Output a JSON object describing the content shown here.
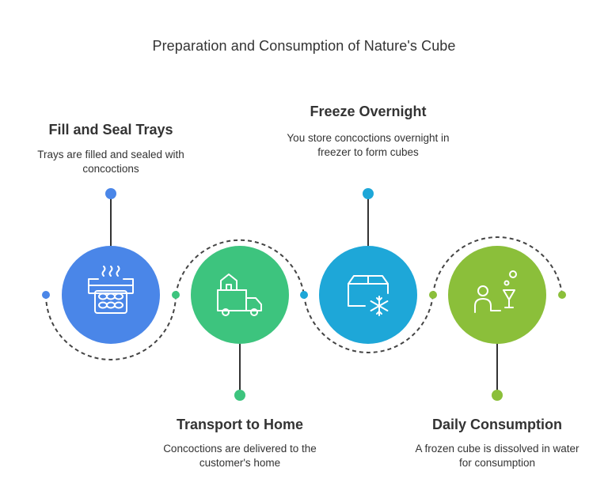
{
  "title": "Preparation and Consumption of Nature's Cube",
  "steps": [
    {
      "title": "Fill and Seal Trays",
      "description": "Trays are filled and sealed with concoctions",
      "icon": "tray-steam-icon",
      "color": "#4A86E8"
    },
    {
      "title": "Transport to Home",
      "description": "Concoctions are delivered to the customer's home",
      "icon": "delivery-truck-icon",
      "color": "#3DC47E"
    },
    {
      "title": "Freeze Overnight",
      "description": "You store concoctions overnight in freezer to form cubes",
      "icon": "box-snowflake-icon",
      "color": "#1EA7D8"
    },
    {
      "title": "Daily Consumption",
      "description": "A frozen cube is dissolved in water for consumption",
      "icon": "person-drink-icon",
      "color": "#8BBF3A"
    }
  ]
}
